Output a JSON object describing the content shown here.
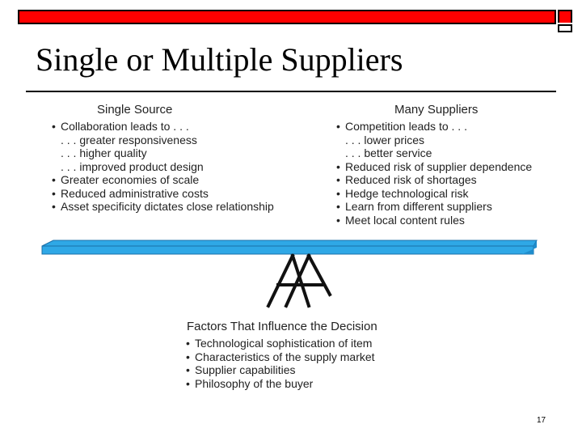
{
  "slide": {
    "title": "Single or Multiple Suppliers",
    "page_number": "17"
  },
  "single_source": {
    "heading": "Single Source",
    "items": [
      {
        "text": "Collaboration leads to . . .",
        "bullet": true
      },
      {
        "text": ". . . greater responsiveness",
        "bullet": false
      },
      {
        "text": ". . . higher quality",
        "bullet": false
      },
      {
        "text": ". . . improved product design",
        "bullet": false
      },
      {
        "text": "Greater economies of scale",
        "bullet": true
      },
      {
        "text": "Reduced administrative costs",
        "bullet": true
      },
      {
        "text": "Asset specificity dictates close relationship",
        "bullet": true
      }
    ]
  },
  "many_suppliers": {
    "heading": "Many Suppliers",
    "items": [
      {
        "text": "Competition leads to . . .",
        "bullet": true
      },
      {
        "text": ". . . lower prices",
        "bullet": false
      },
      {
        "text": ". . . better service",
        "bullet": false
      },
      {
        "text": "Reduced risk of supplier dependence",
        "bullet": true
      },
      {
        "text": "Reduced risk of shortages",
        "bullet": true
      },
      {
        "text": "Hedge technological risk",
        "bullet": true
      },
      {
        "text": "Learn from different suppliers",
        "bullet": true
      },
      {
        "text": "Meet local content rules",
        "bullet": true
      }
    ]
  },
  "factors": {
    "heading": "Factors That Influence the Decision",
    "items": [
      {
        "text": "Technological sophistication of item",
        "bullet": true
      },
      {
        "text": "Characteristics of the supply market",
        "bullet": true
      },
      {
        "text": "Supplier capabilities",
        "bullet": true
      },
      {
        "text": "Philosophy of the buyer",
        "bullet": true
      }
    ]
  },
  "colors": {
    "top_bar": "#ff0000",
    "plank": "#2fa8e6",
    "plank_edge": "#1a6fa8"
  }
}
